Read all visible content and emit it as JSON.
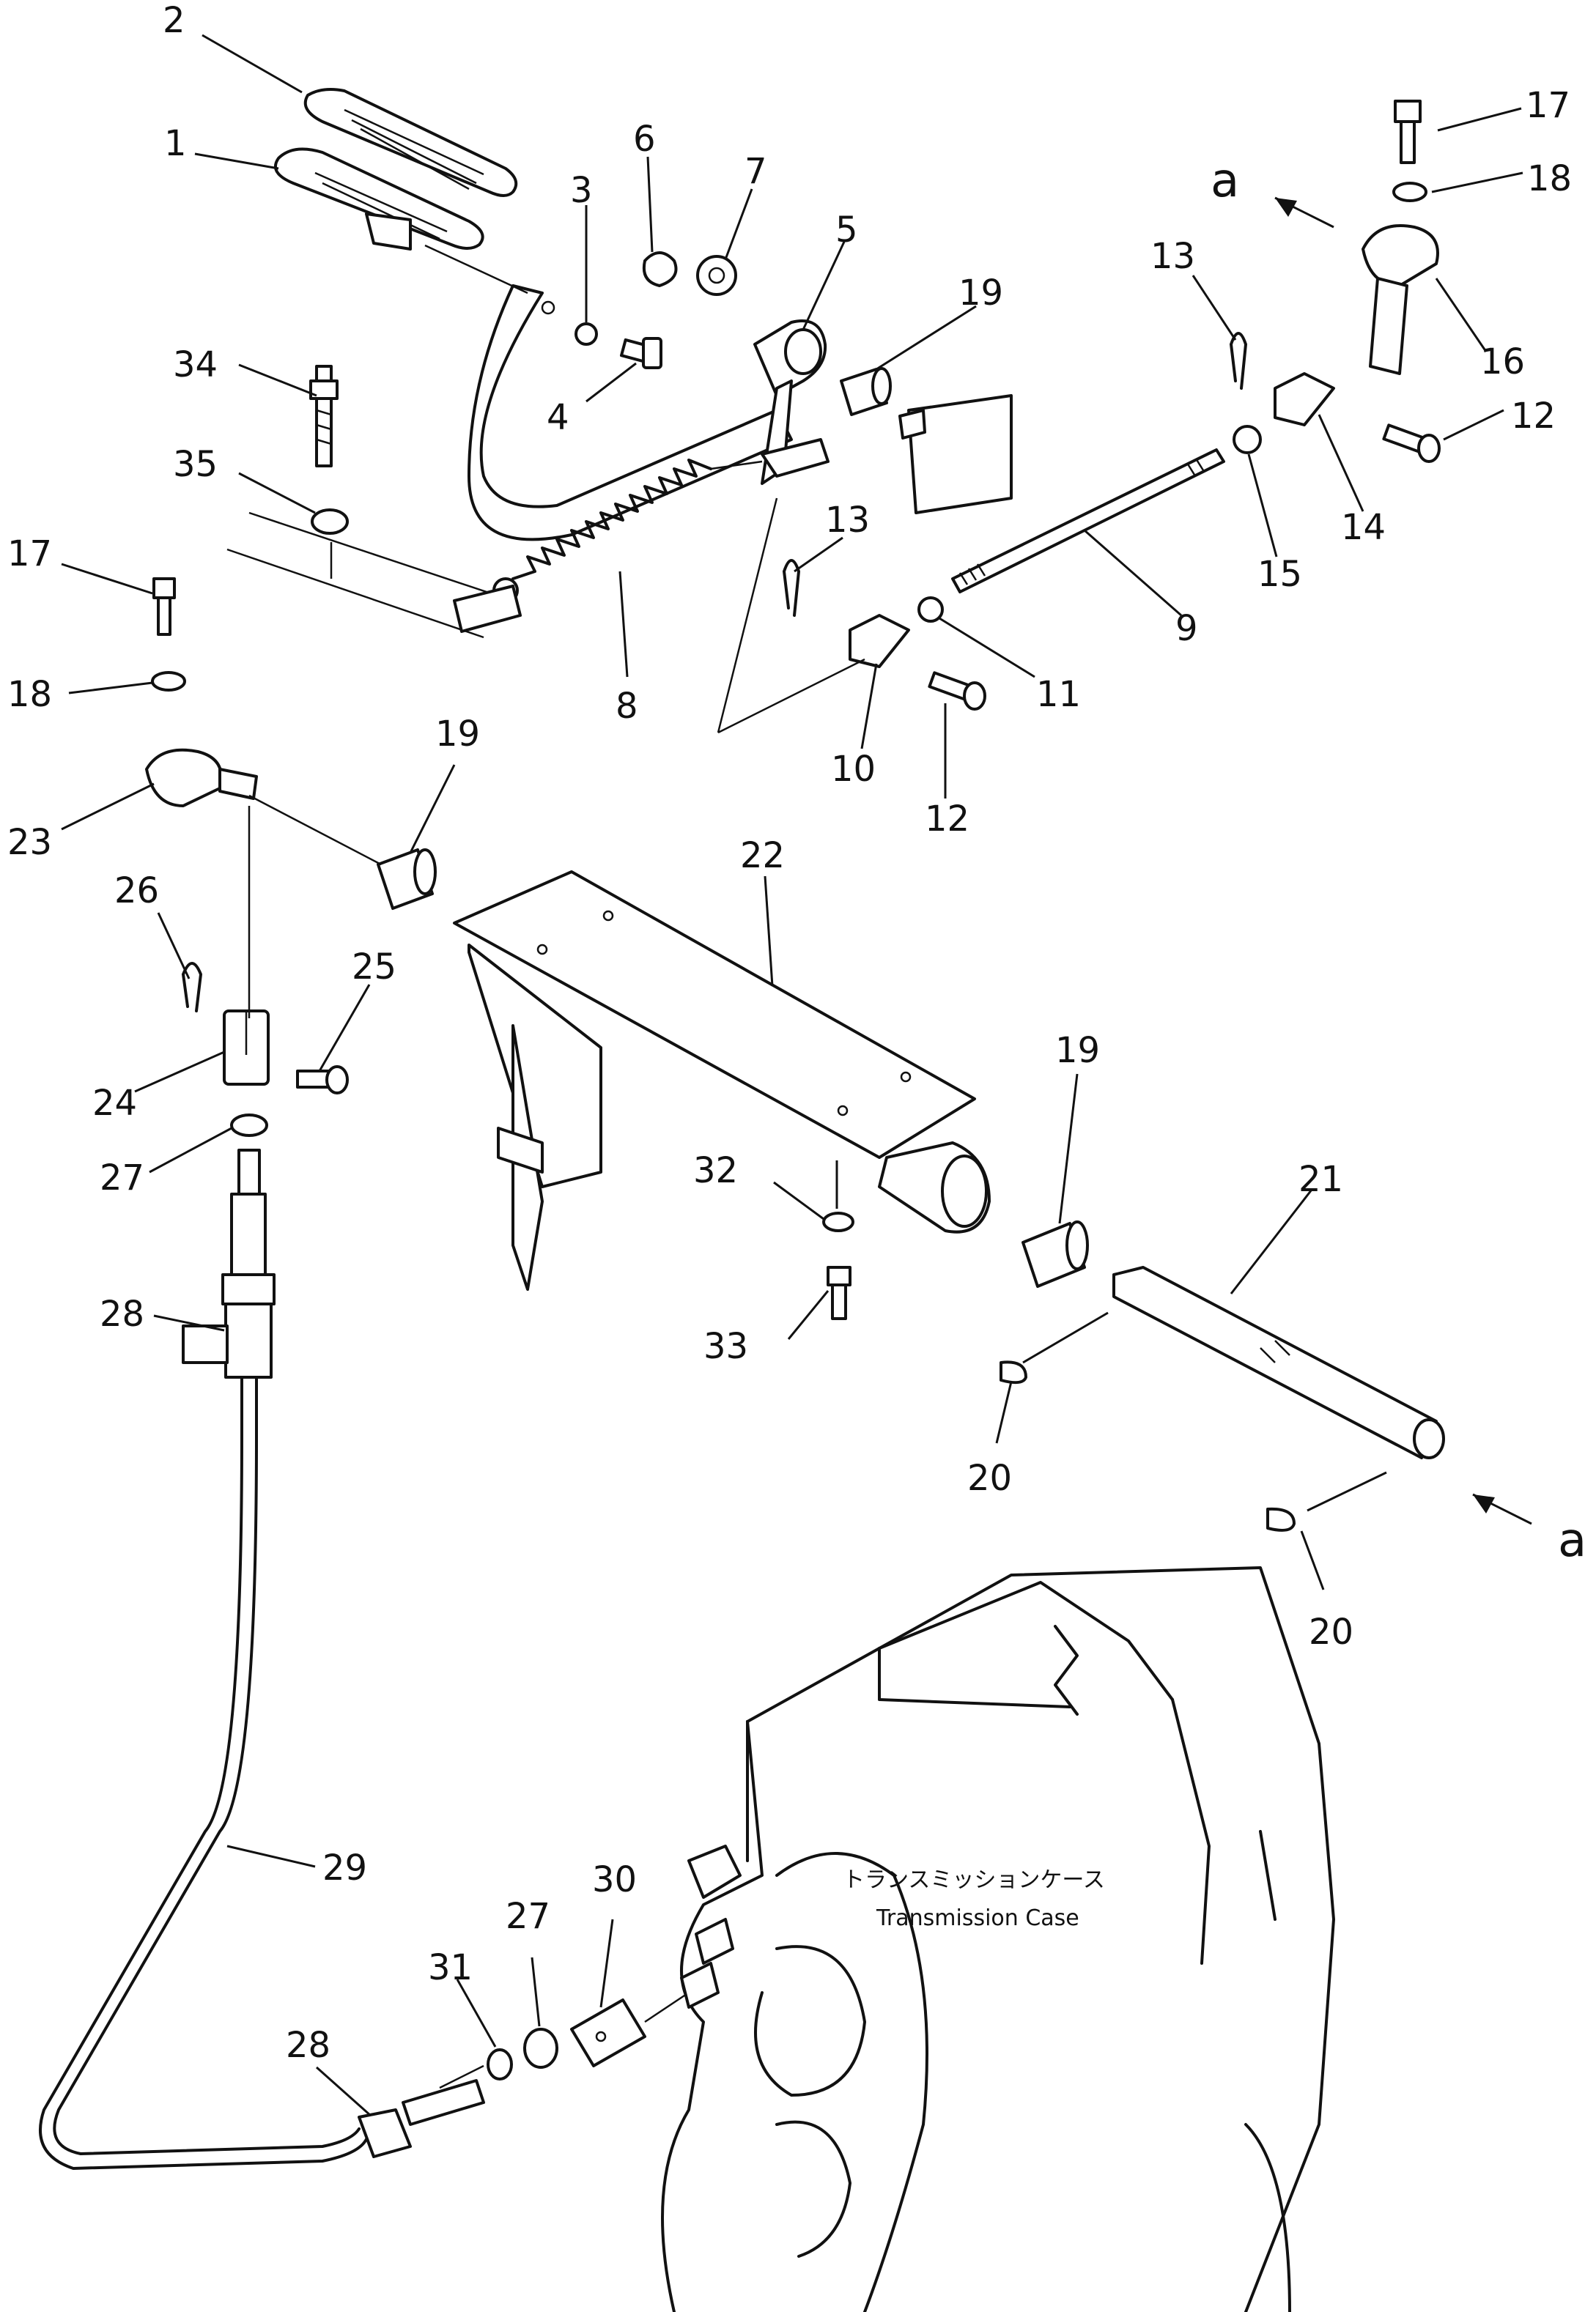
{
  "case_label": {
    "japanese": "トランスミッションケース",
    "english": "Transmission Case"
  },
  "view_marker": "a",
  "callouts": [
    {
      "id": "c-2",
      "text": "2"
    },
    {
      "id": "c-1",
      "text": "1"
    },
    {
      "id": "c-3",
      "text": "3"
    },
    {
      "id": "c-6",
      "text": "6"
    },
    {
      "id": "c-7",
      "text": "7"
    },
    {
      "id": "c-5",
      "text": "5"
    },
    {
      "id": "c-4",
      "text": "4"
    },
    {
      "id": "c-19a",
      "text": "19"
    },
    {
      "id": "c-17a",
      "text": "17"
    },
    {
      "id": "c-18a",
      "text": "18"
    },
    {
      "id": "c-13a",
      "text": "13"
    },
    {
      "id": "c-16",
      "text": "16"
    },
    {
      "id": "c-12a",
      "text": "12"
    },
    {
      "id": "c-14",
      "text": "14"
    },
    {
      "id": "c-15",
      "text": "15"
    },
    {
      "id": "c-34",
      "text": "34"
    },
    {
      "id": "c-35",
      "text": "35"
    },
    {
      "id": "c-17b",
      "text": "17"
    },
    {
      "id": "c-8",
      "text": "8"
    },
    {
      "id": "c-13b",
      "text": "13"
    },
    {
      "id": "c-9",
      "text": "9"
    },
    {
      "id": "c-11",
      "text": "11"
    },
    {
      "id": "c-10",
      "text": "10"
    },
    {
      "id": "c-12b",
      "text": "12"
    },
    {
      "id": "c-18b",
      "text": "18"
    },
    {
      "id": "c-19b",
      "text": "19"
    },
    {
      "id": "c-23",
      "text": "23"
    },
    {
      "id": "c-22",
      "text": "22"
    },
    {
      "id": "c-26",
      "text": "26"
    },
    {
      "id": "c-25",
      "text": "25"
    },
    {
      "id": "c-24",
      "text": "24"
    },
    {
      "id": "c-27a",
      "text": "27"
    },
    {
      "id": "c-19c",
      "text": "19"
    },
    {
      "id": "c-32",
      "text": "32"
    },
    {
      "id": "c-21",
      "text": "21"
    },
    {
      "id": "c-28a",
      "text": "28"
    },
    {
      "id": "c-33",
      "text": "33"
    },
    {
      "id": "c-20a",
      "text": "20"
    },
    {
      "id": "c-20b",
      "text": "20"
    },
    {
      "id": "c-29",
      "text": "29"
    },
    {
      "id": "c-30",
      "text": "30"
    },
    {
      "id": "c-27b",
      "text": "27"
    },
    {
      "id": "c-31",
      "text": "31"
    },
    {
      "id": "c-28b",
      "text": "28"
    }
  ]
}
